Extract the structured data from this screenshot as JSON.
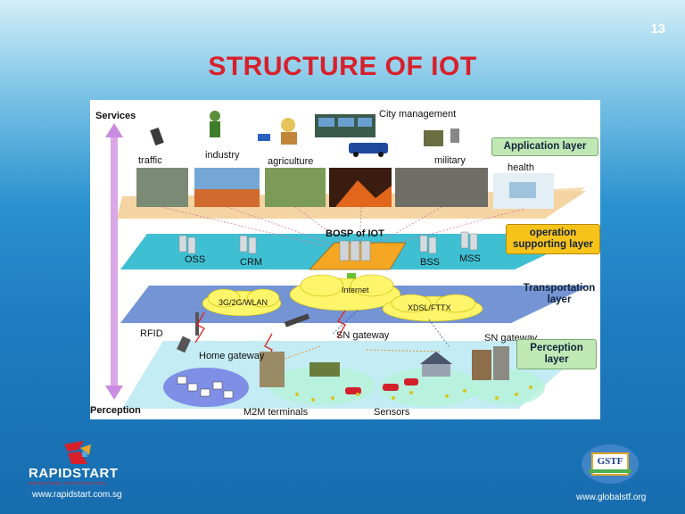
{
  "slide_number": "13",
  "title": "STRUCTURE OF IOT",
  "diagram": {
    "axis_top": "Services",
    "axis_bottom": "Perception",
    "layers": {
      "application": "Application layer",
      "operation": "operation supporting layer",
      "transportation": "Transportation layer",
      "perception": "Perception layer"
    },
    "service_labels": {
      "traffic": "traffic",
      "industry": "industry",
      "agriculture": "agriculture",
      "city": "City management",
      "military": "military",
      "health": "health"
    },
    "ops_labels": {
      "bosp": "BOSP of IOT",
      "oss": "OSS",
      "crm": "CRM",
      "bss": "BSS",
      "mss": "MSS"
    },
    "network_labels": {
      "wlan": "3G/2G/WLAN",
      "internet": "Internet",
      "xdsl": "XDSL/FTTX"
    },
    "perception_labels": {
      "rfid": "RFID",
      "home_gateway": "Home gateway",
      "sn_gateway_1": "SN gateway",
      "sn_gateway_2": "SN gateway",
      "m2m": "M2M terminals",
      "sensors": "Sensors"
    }
  },
  "footer": {
    "left_brand": "RAPIDSTART",
    "left_tagline": "SME SOLUTIONS. YOUR SATISFACTION.",
    "left_url": "www.rapidstart.com.sg",
    "right_brand": "GSTF",
    "right_url": "www.globalstf.org"
  },
  "colors": {
    "title": "#d8202b",
    "application_plane": "#f6d8a8",
    "operation_plane": "#3fc0d2",
    "transport_plane": "#6f93d2",
    "perception_plane": "#b8e6f2",
    "layer_label_green": "#bfe8b4",
    "layer_label_orange": "#f7c31a"
  }
}
